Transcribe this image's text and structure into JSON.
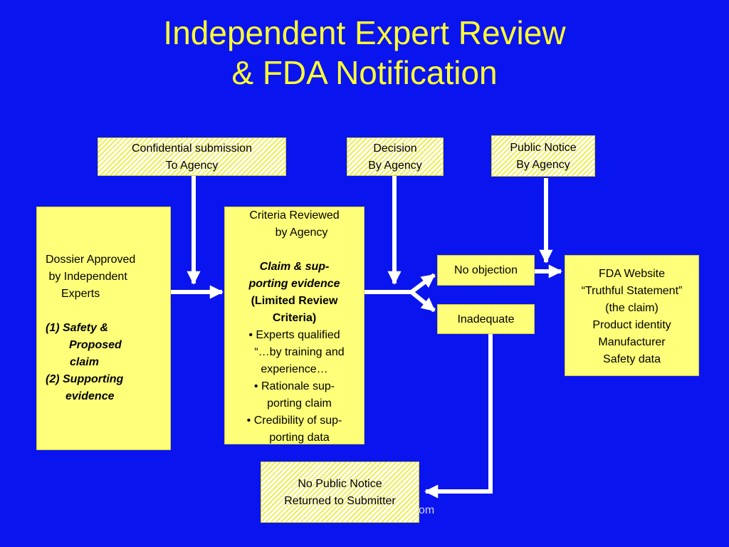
{
  "title": {
    "line1": "Independent Expert Review",
    "line2": "& FDA Notification"
  },
  "boxes": {
    "confidential": {
      "line1": "Confidential submission",
      "line2": "To Agency"
    },
    "decision": {
      "line1": "Decision",
      "line2": "By  Agency"
    },
    "public_notice": {
      "line1": "Public Notice",
      "line2": "By Agency"
    },
    "dossier": {
      "line1": "Dossier Approved",
      "line2": " by Independent",
      "line3": "Experts",
      "item1a": "(1) Safety &",
      "item1b": "Proposed",
      "item1c": "claim",
      "item2a": "(2) Supporting",
      "item2b": "evidence"
    },
    "criteria": {
      "line1": "Criteria Reviewed",
      "line2": "by Agency",
      "claim1": "Claim & sup-",
      "claim2": "porting evidence",
      "limited1": "(Limited Review",
      "limited2": "Criteria)",
      "b1a": "• Experts qualified",
      "b1b": "“…by training and",
      "b1c": "experience…",
      "b2a": "• Rationale sup-",
      "b2b": "porting claim",
      "b3a": "• Credibility of sup-",
      "b3b": "porting data"
    },
    "no_objection": {
      "label": "No objection"
    },
    "inadequate": {
      "label": "Inadequate"
    },
    "fda_website": {
      "line1": "FDA Website",
      "line2": "“Truthful Statement”",
      "line3": "(the claim)",
      "line4": "Product identity",
      "line5": "Manufacturer",
      "line6": "Safety data"
    },
    "no_public_notice": {
      "line1": "No Public Notice",
      "line2": "Returned to Submitter"
    }
  },
  "footer_fragment": "om",
  "colors": {
    "background": "#0a14ee",
    "title": "#ffff33",
    "box_fill": "#ffff7a",
    "arrow": "#ffffff"
  }
}
